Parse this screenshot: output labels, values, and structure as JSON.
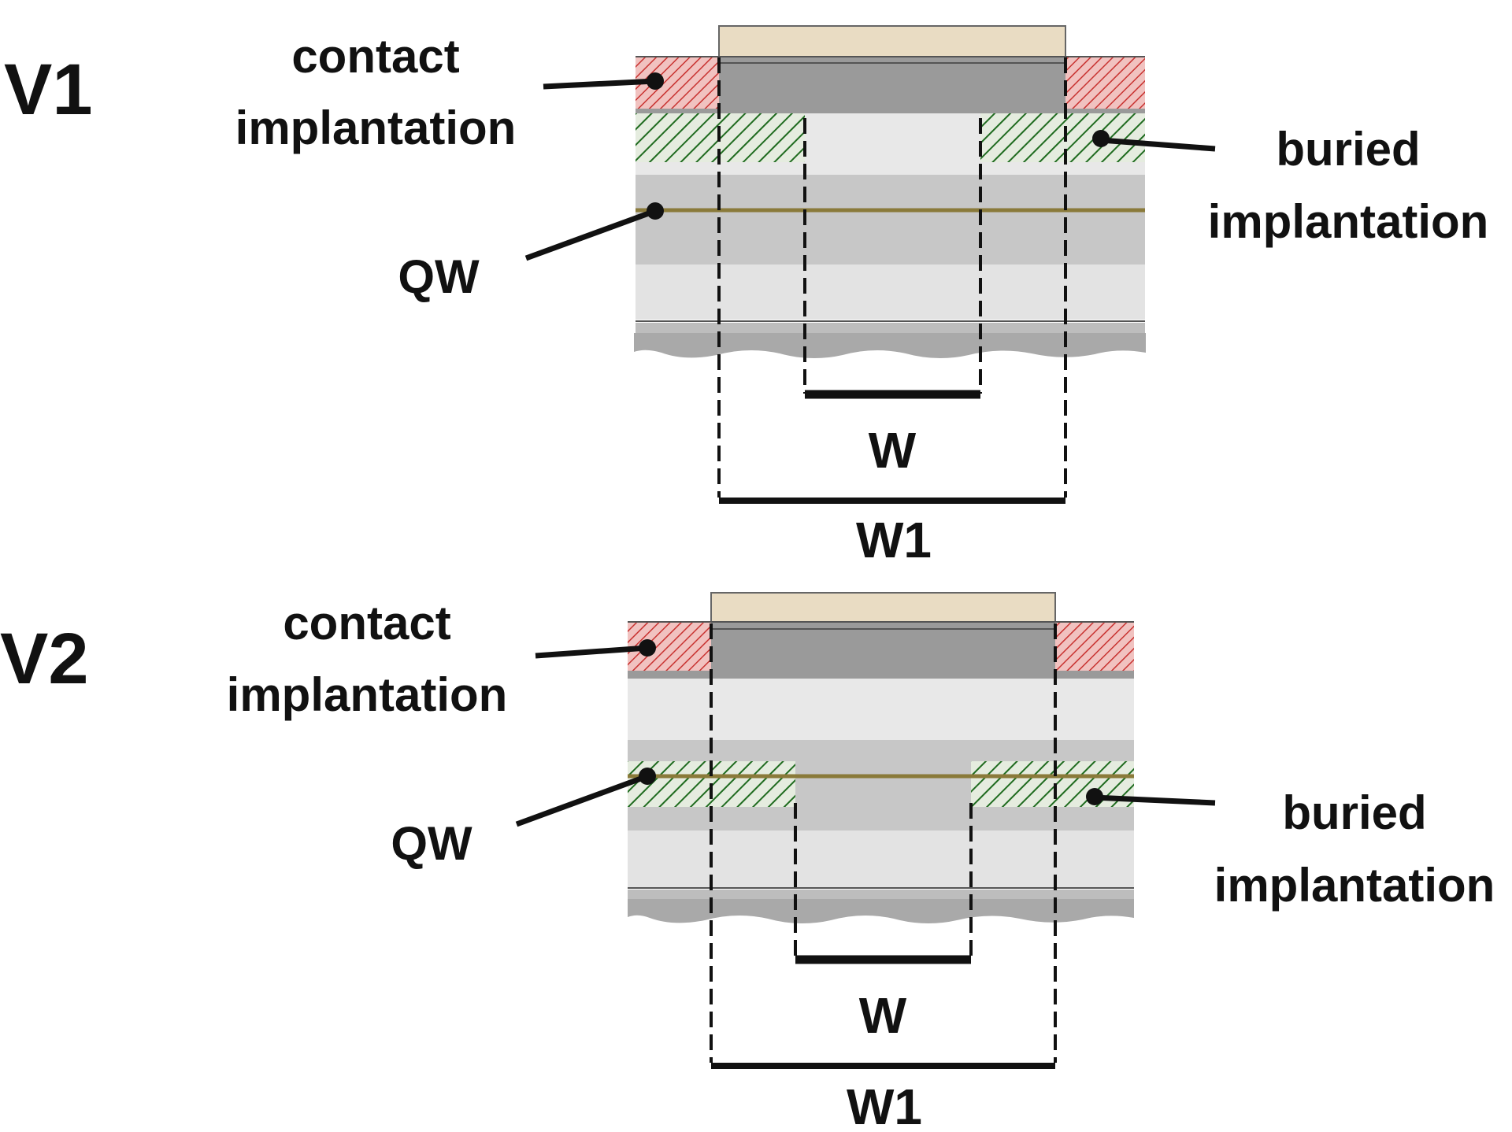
{
  "colors": {
    "contact_layer": "#e9dcc3",
    "cap_gray": "#9a9a9a",
    "light_gray": "#e8e8e8",
    "mid_gray": "#c7c7c7",
    "qw_line": "#8a7a3a",
    "contact_hatch": "#c8312f",
    "contact_hatch_bg": "#f1c2c0",
    "buried_hatch": "#1f6b1f",
    "buried_hatch_bg": "#e5ecdf",
    "substrate_gray": "#a9a9a9"
  },
  "panels": [
    {
      "id": "V1",
      "title": "V1",
      "contact_label_line1": "contact",
      "contact_label_line2": "implantation",
      "buried_label_line1": "buried",
      "buried_label_line2": "implantation",
      "qw_label": "QW",
      "w_label": "W",
      "w1_label": "W1",
      "buried_position": "upper"
    },
    {
      "id": "V2",
      "title": "V2",
      "contact_label_line1": "contact",
      "contact_label_line2": "implantation",
      "buried_label_line1": "buried",
      "buried_label_line2": "implantation",
      "qw_label": "QW",
      "w_label": "W",
      "w1_label": "W1",
      "buried_position": "at-qw"
    }
  ]
}
